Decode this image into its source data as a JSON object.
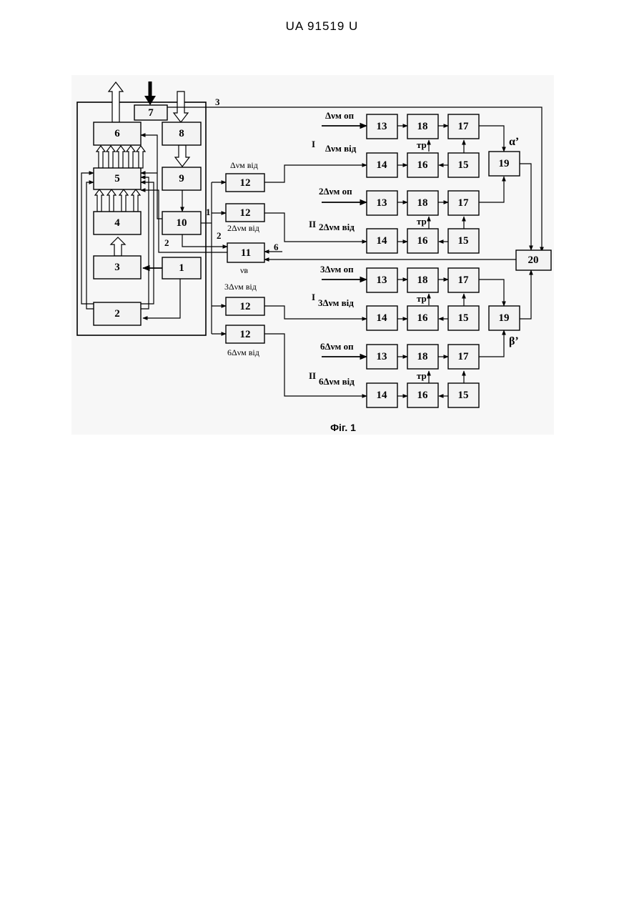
{
  "header": {
    "doc_id": "UA   91519   U"
  },
  "figure": {
    "caption": "Фіг. 1",
    "blocks": {
      "b1": "1",
      "b2": "2",
      "b3": "3",
      "b4": "4",
      "b5": "5",
      "b6": "6",
      "b7": "7",
      "b8": "8",
      "b9": "9",
      "b10": "10",
      "b11": "11",
      "b12": "12",
      "b13": "13",
      "b14": "14",
      "b15": "15",
      "b16": "16",
      "b17": "17",
      "b18": "18",
      "b19": "19",
      "b20": "20"
    },
    "labels": {
      "out1": "1",
      "out2": "2",
      "out3": "3",
      "lbl2": "2",
      "in6": "6",
      "nu_b": "νв",
      "ref1": "Δνм оп",
      "rec1": "Δνм від",
      "ref2": "2Δνм оп",
      "rec2": "2Δνм від",
      "ref3": "3Δνм оп",
      "rec3": "3Δνм від",
      "ref6": "6Δνм оп",
      "rec6": "6Δνм від",
      "f12a": "Δνм від",
      "f12b": "2Δνм від",
      "f12c": "3Δνм від",
      "f12d": "6Δνм від",
      "tr": "тр",
      "g1": "І",
      "g2": "ІІ",
      "g3": "І",
      "g4": "ІІ",
      "alpha": "α’",
      "beta": "β’"
    }
  }
}
